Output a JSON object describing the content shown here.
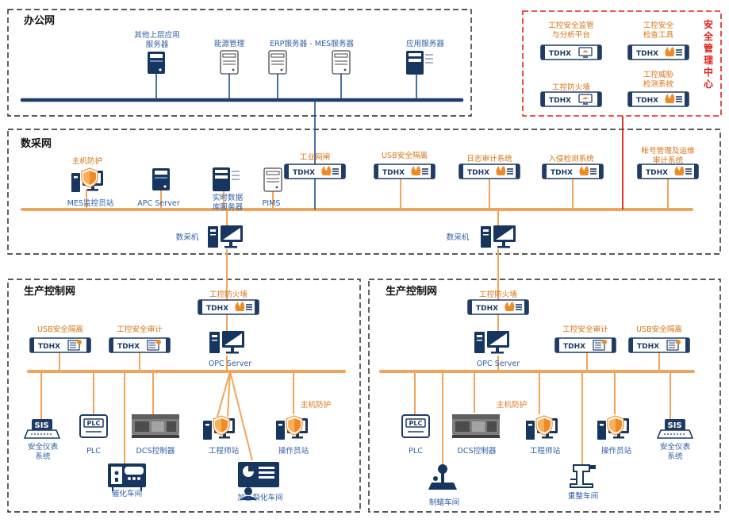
{
  "zones": {
    "office": "办公网",
    "collection": "数采网",
    "production": "生产控制网",
    "security": [
      "安",
      "全",
      "管",
      "理",
      "中",
      "心"
    ]
  },
  "office": {
    "other_server": [
      "其他上层应用",
      "服务器"
    ],
    "energy": "能源管理",
    "erp_mes": "ERP服务器  -  MES服务器",
    "app_server": "应用服务器"
  },
  "security_center": {
    "monitor": [
      "工控安全监管",
      "与分析平台"
    ],
    "check_tool": [
      "工控安全",
      "检查工具"
    ],
    "firewall": "工控防火墙",
    "threat": [
      "工控威胁",
      "检测系统"
    ]
  },
  "collection": {
    "host_protect": "主机防护",
    "mes_station": "MES监控员站",
    "apc": "APC Server",
    "realtime_db": [
      "实时数据",
      "库服务器"
    ],
    "pims": "PIMS",
    "gateway": "工业网闸",
    "usb_isolation": "USB安全隔离",
    "log_audit": "日志审计系统",
    "ids": "入侵检测系统",
    "account_audit": [
      "帐号管理及运维",
      "审计系统"
    ],
    "dcm_left": "数采机",
    "dcm_right": "数采机"
  },
  "prod_left": {
    "usb_isolation": "USB安全隔离",
    "audit": "工控安全审计",
    "firewall": "工控防火墙",
    "opc": "OPC Server",
    "sis": [
      "安全仪表",
      "系统"
    ],
    "plc": "PLC",
    "dcs": "DCS控制器",
    "engineer": "工程师站",
    "operator": "操作员站",
    "host_protect": "主机防护",
    "workshop1": "催化车间",
    "workshop2": "加氢裂化车间"
  },
  "prod_right": {
    "firewall": "工控防火墙",
    "opc": "OPC Server",
    "audit": "工控安全审计",
    "usb_isolation": "USB安全隔离",
    "plc": "PLC",
    "dcs": "DCS控制器",
    "engineer": "工程师站",
    "operator": "操作员站",
    "sis": [
      "安全仪表",
      "系统"
    ],
    "host_protect": "主机防护",
    "workshop1": "制蜡车间",
    "workshop2": "重整车间"
  },
  "device_badge": "TDHX",
  "plc_text": "PLC",
  "sis_text": "SIS",
  "colors": {
    "orange_bus": "#f0a55a",
    "navy_bus": "#1f3b66",
    "blue_link": "#1f4e8c",
    "red_link": "#e0201b",
    "label_blue": "#2e5fa8",
    "label_orange": "#d97414"
  }
}
